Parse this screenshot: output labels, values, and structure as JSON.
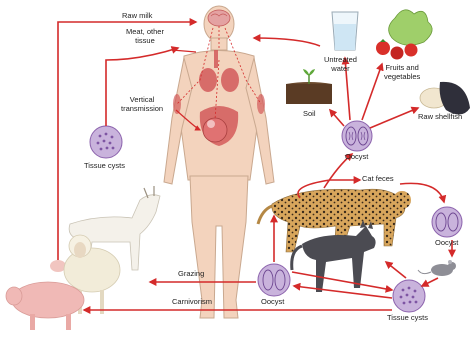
{
  "diagram": {
    "labels": {
      "raw_milk": "Raw milk",
      "meat_other_tissue": "Meat, other\ntissue",
      "vertical_transmission": "Vertical\ntransmission",
      "tissue_cysts_left": "Tissue cysts",
      "untreated_water": "Untreated\nwater",
      "fruits_vegetables": "Fruits and\nvegetables",
      "soil": "Soil",
      "oocyst_top": "Oocyst",
      "raw_shellfish": "Raw shellfish",
      "cat_feces": "Cat feces",
      "oocyst_right": "Oocyst",
      "grazing": "Grazing",
      "oocyst_bottom": "Oocyst",
      "tissue_cysts_bottom": "Tissue cysts",
      "carnivorism": "Carnivorism"
    },
    "colors": {
      "arrow": "#d42a2a",
      "body_skin": "#f3d3bd",
      "body_outline": "#c9a88f",
      "organ": "#d35b5b",
      "cyst_fill": "#c9b3dc",
      "cyst_stroke": "#8c63ad",
      "soil": "#5a3b24",
      "pig": "#f0b9b6",
      "sheep": "#f2ecd9",
      "goat": "#f4f1ea",
      "leopard": "#d8a65c",
      "cat": "#4b4b52",
      "mouse": "#8e8e96",
      "shellfish": "#2f2f3a"
    },
    "icons": [
      "human-figure",
      "brain-icon",
      "water-glass-icon",
      "vegetables-icon",
      "soil-sprout-icon",
      "shellfish-icon",
      "oocyst-icon",
      "tissue-cyst-icon",
      "leopard-icon",
      "cat-icon",
      "mouse-icon",
      "goat-icon",
      "sheep-icon",
      "pig-icon"
    ]
  }
}
